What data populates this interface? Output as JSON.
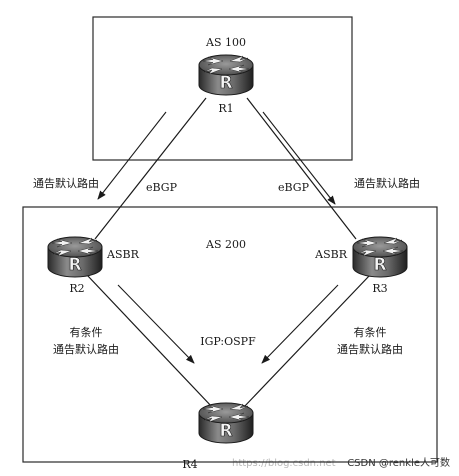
{
  "as100": {
    "label": "AS 100"
  },
  "as200": {
    "label": "AS 200"
  },
  "routers": {
    "r1": {
      "name": "R1"
    },
    "r2": {
      "name": "R2",
      "role": "ASBR"
    },
    "r3": {
      "name": "R3",
      "role": "ASBR"
    },
    "r4": {
      "name": "R4"
    }
  },
  "links": {
    "r1_r2": {
      "protocol": "eBGP",
      "advert": "通告默认路由"
    },
    "r1_r3": {
      "protocol": "eBGP",
      "advert": "通告默认路由"
    },
    "r2_r4": {
      "advert_line1": "有条件",
      "advert_line2": "通告默认路由"
    },
    "r3_r4": {
      "advert_line1": "有条件",
      "advert_line2": "通告默认路由"
    }
  },
  "igp": {
    "label": "IGP:OSPF"
  },
  "watermark": {
    "url": "https://blog.csdn.net",
    "credit": "CSDN @renkle人可数"
  }
}
